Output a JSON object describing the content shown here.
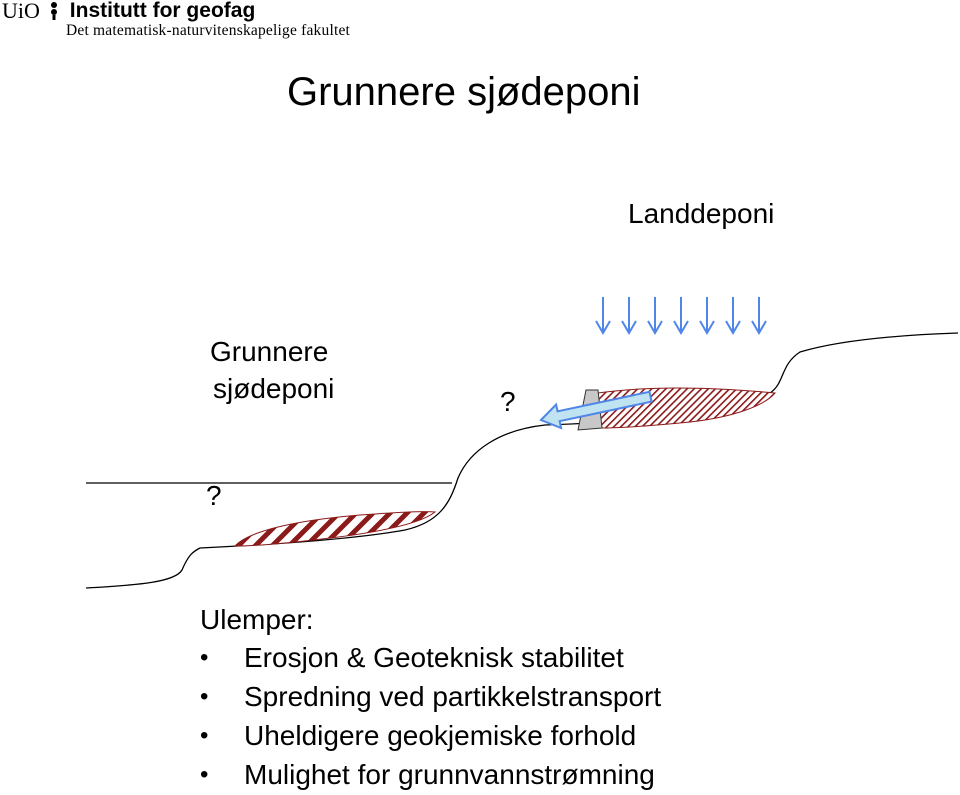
{
  "header": {
    "brand": "UiO",
    "department": "Institutt for geofag",
    "faculty": "Det matematisk-naturvitenskapelige fakultet"
  },
  "slide": {
    "title": "Grunnere sjødeponi"
  },
  "diagram": {
    "land_label": "Landdeponi",
    "shallow_label_line1": "Grunnere",
    "shallow_label_line2": "sjødeponi",
    "question_mark_upper": "?",
    "question_mark_lower": "?",
    "colors": {
      "deposit_hatch": "#8b1a1a",
      "arrow_blue": "#4f86e8",
      "arrow_fill": "#bfe3f0",
      "wall_gray": "#c8c8c8"
    }
  },
  "cons": {
    "heading": "Ulemper:",
    "bullet_symbol": "•",
    "items": [
      "Erosjon & Geoteknisk stabilitet",
      "Spredning ved partikkelstransport",
      "Uheldigere geokjemiske forhold",
      "Mulighet for grunnvannstrømning"
    ]
  }
}
